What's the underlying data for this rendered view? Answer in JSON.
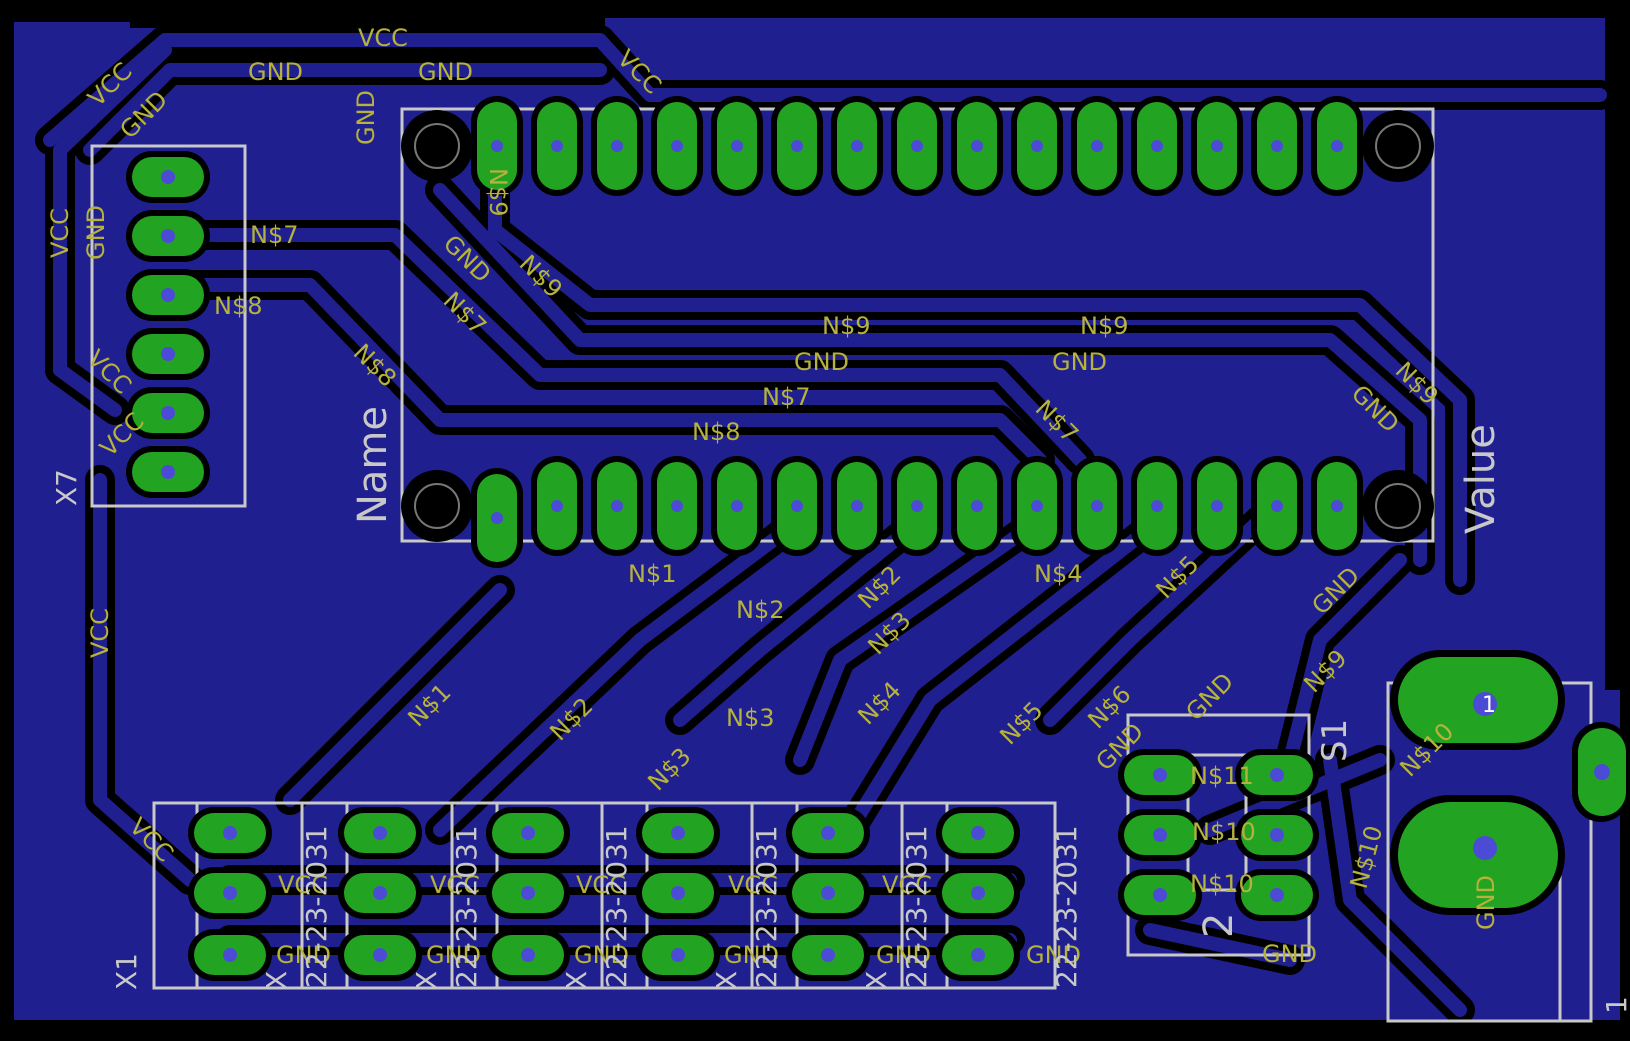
{
  "colors": {
    "background": "#000000",
    "copper_pour": "#1f1f8f",
    "trace": "#1f1f8f",
    "pad": "#22a322",
    "drill": "#4b4bd6",
    "silkscreen": "#c8c8c8",
    "net_label": "#b6b23c"
  },
  "components": {
    "header_name": "Name",
    "header_value": "Value",
    "x7_label": "X7",
    "x1_label": "X1",
    "s1_label": "S1",
    "s1_pin": "2",
    "j1_pin": "1",
    "connector_part": "22-23-2031",
    "connector_x_prefix": "X",
    "dc_jack_part": "1"
  },
  "net_labels": [
    {
      "id": "vcc-top",
      "text": "VCC"
    },
    {
      "id": "gnd-top-1",
      "text": "GND"
    },
    {
      "id": "gnd-top-2",
      "text": "GND"
    },
    {
      "id": "vcc-top-right",
      "text": "VCC"
    },
    {
      "id": "gnd-vert-top",
      "text": "GND"
    },
    {
      "id": "vcc-diag-left",
      "text": "VCC"
    },
    {
      "id": "gnd-diag-left",
      "text": "GND"
    },
    {
      "id": "vcc-left-vert",
      "text": "VCC"
    },
    {
      "id": "gnd-left-vert",
      "text": "GND"
    },
    {
      "id": "n9-vert",
      "text": "N$9"
    },
    {
      "id": "n7-h1",
      "text": "N$7"
    },
    {
      "id": "n8-h1",
      "text": "N$8"
    },
    {
      "id": "vcc-left-diag2",
      "text": "VCC"
    },
    {
      "id": "vcc-left-diag3",
      "text": "VCC"
    },
    {
      "id": "gnd-mid-diag",
      "text": "GND"
    },
    {
      "id": "n9-mid-diag",
      "text": "N$9"
    },
    {
      "id": "n7-mid-diag",
      "text": "N$7"
    },
    {
      "id": "n8-mid-diag",
      "text": "N$8"
    },
    {
      "id": "n9-h-a",
      "text": "N$9"
    },
    {
      "id": "n9-h-b",
      "text": "N$9"
    },
    {
      "id": "gnd-h-a",
      "text": "GND"
    },
    {
      "id": "gnd-h-b",
      "text": "GND"
    },
    {
      "id": "n7-h2",
      "text": "N$7"
    },
    {
      "id": "n8-h2",
      "text": "N$8"
    },
    {
      "id": "n7-diag-right",
      "text": "N$7"
    },
    {
      "id": "gnd-diag-right",
      "text": "GND"
    },
    {
      "id": "n9-diag-right",
      "text": "N$9"
    },
    {
      "id": "n1-h",
      "text": "N$1"
    },
    {
      "id": "n2-h",
      "text": "N$2"
    },
    {
      "id": "n2-diag",
      "text": "N$2"
    },
    {
      "id": "n4-h",
      "text": "N$4"
    },
    {
      "id": "n5-diag",
      "text": "N$5"
    },
    {
      "id": "gnd-diag-lower",
      "text": "GND"
    },
    {
      "id": "n3-diag",
      "text": "N$3"
    },
    {
      "id": "vcc-left-lower",
      "text": "VCC"
    },
    {
      "id": "n9-diag-lower",
      "text": "N$9"
    },
    {
      "id": "n1-diag",
      "text": "N$1"
    },
    {
      "id": "n2-diag2",
      "text": "N$2"
    },
    {
      "id": "n3-h",
      "text": "N$3"
    },
    {
      "id": "n4-diag",
      "text": "N$4"
    },
    {
      "id": "n5-diag2",
      "text": "N$5"
    },
    {
      "id": "n6-diag",
      "text": "N$6"
    },
    {
      "id": "gnd-s1",
      "text": "GND"
    },
    {
      "id": "gnd-s1-diag",
      "text": "GND"
    },
    {
      "id": "n10-diag",
      "text": "N$10"
    },
    {
      "id": "n3-diag2",
      "text": "N$3"
    },
    {
      "id": "vcc-left-bottom",
      "text": "VCC"
    },
    {
      "id": "n11",
      "text": "N$11"
    },
    {
      "id": "n10-mid",
      "text": "N$10"
    },
    {
      "id": "n10-bot",
      "text": "N$10"
    },
    {
      "id": "n10-vert",
      "text": "N$10"
    },
    {
      "id": "gnd-jack",
      "text": "GND"
    },
    {
      "id": "gnd-s1-bottom",
      "text": "GND"
    },
    {
      "id": "vcc-conn-1",
      "text": "VCC"
    },
    {
      "id": "vcc-conn-2",
      "text": "VCC"
    },
    {
      "id": "vcc-conn-3",
      "text": "VCC"
    },
    {
      "id": "vcc-conn-4",
      "text": "VCC"
    },
    {
      "id": "vcc-conn-5",
      "text": "VCC"
    },
    {
      "id": "gnd-conn-1",
      "text": "GND"
    },
    {
      "id": "gnd-conn-2",
      "text": "GND"
    },
    {
      "id": "gnd-conn-3",
      "text": "GND"
    },
    {
      "id": "gnd-conn-4",
      "text": "GND"
    },
    {
      "id": "gnd-conn-5",
      "text": "GND"
    },
    {
      "id": "gnd-conn-6",
      "text": "GND"
    }
  ]
}
